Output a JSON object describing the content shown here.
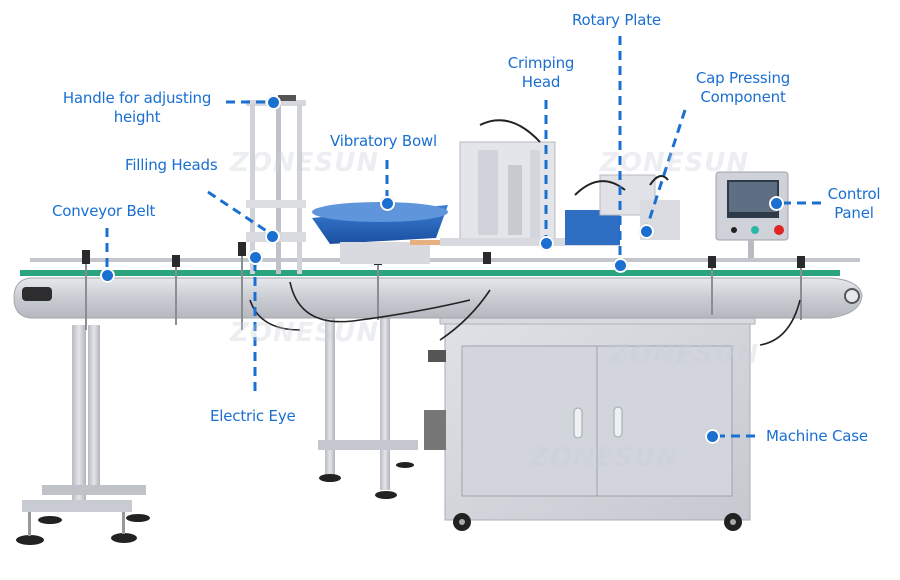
{
  "diagram": {
    "subject": "Automatic filling, capping and crimping machine line",
    "watermark": "ZONESUN",
    "accent_color": "#1a6fd1",
    "labels": [
      {
        "id": "handle",
        "text_lines": [
          "Handle for adjusting",
          "height"
        ]
      },
      {
        "id": "filling-heads",
        "text_lines": [
          "Filling Heads"
        ]
      },
      {
        "id": "conveyor-belt",
        "text_lines": [
          "Conveyor Belt"
        ]
      },
      {
        "id": "vibratory-bowl",
        "text_lines": [
          "Vibratory Bowl"
        ]
      },
      {
        "id": "crimping-head",
        "text_lines": [
          "Crimping",
          "Head"
        ]
      },
      {
        "id": "rotary-plate",
        "text_lines": [
          "Rotary Plate"
        ]
      },
      {
        "id": "cap-pressing",
        "text_lines": [
          "Cap Pressing",
          "Component"
        ]
      },
      {
        "id": "control-panel",
        "text_lines": [
          "Control",
          "Panel"
        ]
      },
      {
        "id": "electric-eye",
        "text_lines": [
          "Electric Eye"
        ]
      },
      {
        "id": "machine-case",
        "text_lines": [
          "Machine Case"
        ]
      }
    ]
  }
}
